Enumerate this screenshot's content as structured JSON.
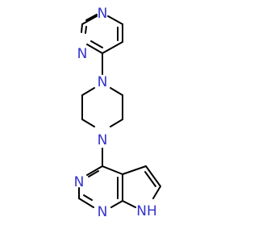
{
  "molecule": {
    "atoms": {
      "pyrimidine_n_top": {
        "symbol": "N",
        "color": "#3333cc"
      },
      "pyrimidine_n_left": {
        "symbol": "N",
        "color": "#3333cc"
      },
      "piperazine_n_top": {
        "symbol": "N",
        "color": "#3333cc"
      },
      "piperazine_n_bottom": {
        "symbol": "N",
        "color": "#3333cc"
      },
      "pyrrolopyrimidine_n_left": {
        "symbol": "N",
        "color": "#3333cc"
      },
      "pyrrolopyrimidine_n_bottom": {
        "symbol": "N",
        "color": "#3333cc"
      },
      "pyrrole_nh": {
        "symbol": "NH",
        "color": "#3333cc"
      }
    },
    "bond_color": "#000000"
  }
}
